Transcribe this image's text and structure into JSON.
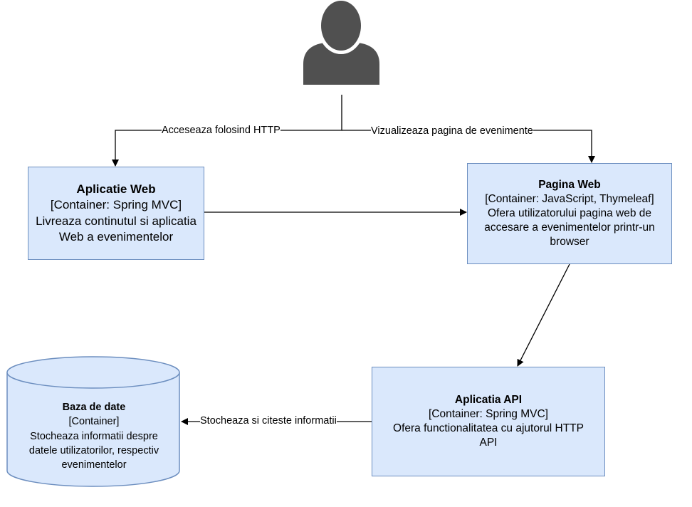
{
  "diagram": {
    "actor": {
      "icon": "user-icon"
    },
    "edges": {
      "actor_to_web": "Acceseaza folosind HTTP",
      "actor_to_pagina": "Vizualizeaza pagina de evenimente",
      "api_to_db": "Stocheaza si citeste informatii"
    },
    "aplicatie_web": {
      "title": "Aplicatie Web",
      "type": "[Container: Spring MVC]",
      "desc_line1": "Livreaza continutul si aplicatia",
      "desc_line2": "Web a evenimentelor"
    },
    "pagina_web": {
      "title": "Pagina Web",
      "type": "[Container: JavaScript, Thymeleaf]",
      "desc_line1": "Ofera utilizatorului pagina web de",
      "desc_line2": "accesare a evenimentelor printr-un",
      "desc_line3": "browser"
    },
    "aplicatia_api": {
      "title": "Aplicatia API",
      "type": "[Container: Spring MVC]",
      "desc_line1": "Ofera functionalitatea cu ajutorul HTTP",
      "desc_line2": "API"
    },
    "baza_de_date": {
      "title": "Baza de date",
      "type": "[Container]",
      "desc_line1": "Stocheaza informatii despre",
      "desc_line2": "datele utilizatorilor, respectiv",
      "desc_line3": "evenimentelor"
    },
    "colors": {
      "box_fill": "#dae8fc",
      "box_stroke": "#6c8ebf",
      "actor_fill": "#505050",
      "line": "#000000"
    }
  }
}
